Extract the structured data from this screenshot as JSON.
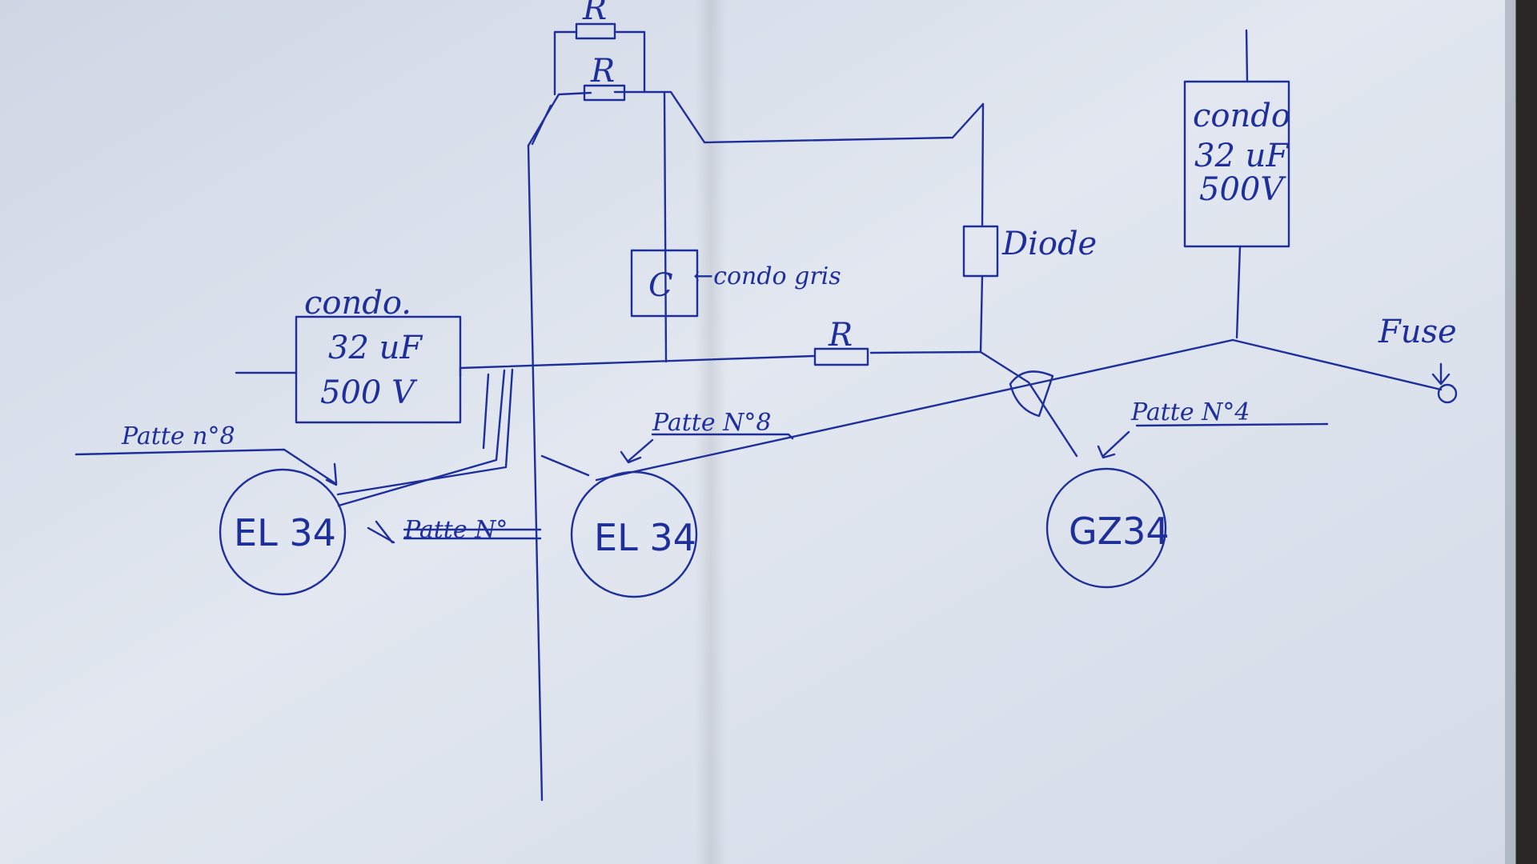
{
  "ink_color": "#1f2f9a",
  "paper_color": "#dde3ee",
  "labels": {
    "resistor_top_1": "R",
    "resistor_top_2": "R",
    "resistor_mid": "R",
    "condo_left_title": "condo.",
    "condo_left_capacitance": "32 uF",
    "condo_left_voltage": "500 V",
    "condo_right_title": "condo",
    "condo_right_capacitance": "32 uF",
    "condo_right_voltage": "500V",
    "cap_symbol": "C",
    "cap_note": "←condo gris",
    "diode": "Diode",
    "fuse": "Fuse",
    "patte_left": "Patte n°8",
    "patte_left_struck": "Patte N°",
    "patte_mid": "Patte N°8",
    "patte_right": "Patte N°4",
    "tube_1": "EL 34",
    "tube_2": "EL 34",
    "tube_3": "GZ34"
  }
}
